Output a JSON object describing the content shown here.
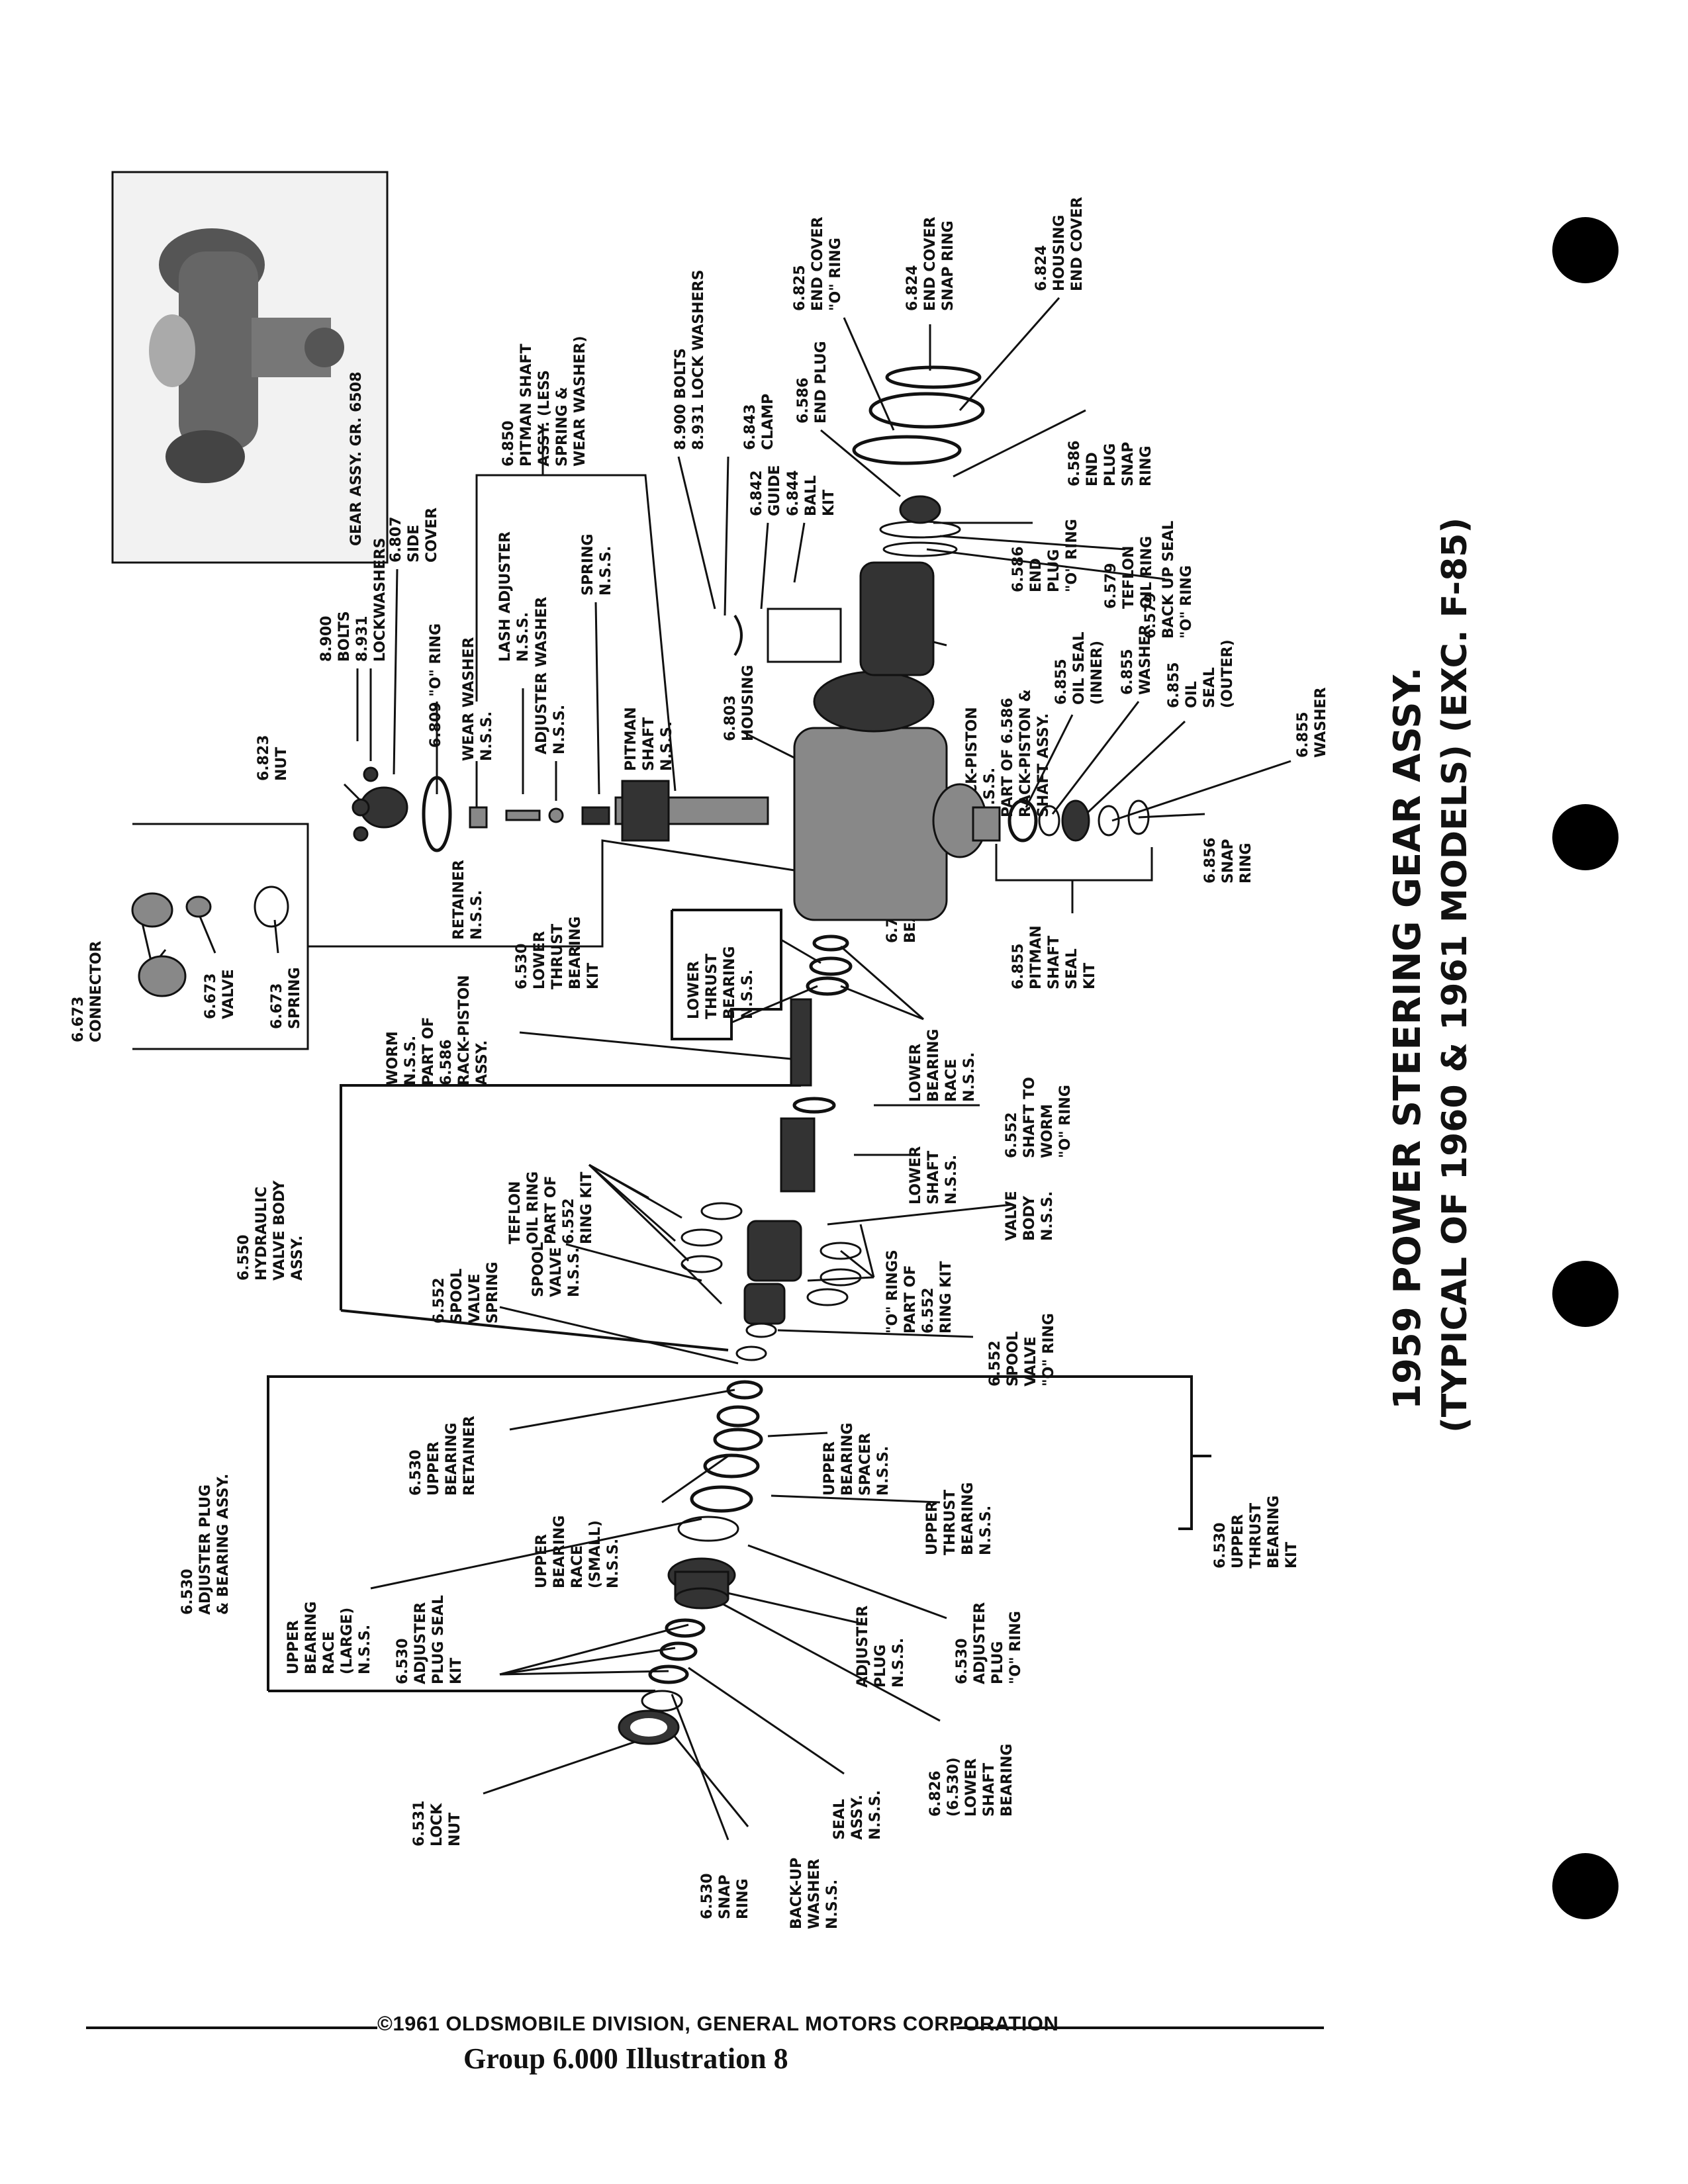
{
  "title": {
    "line1": "1959 POWER STEERING GEAR ASSY.",
    "line2": "(TYPICAL OF 1960 & 1961 MODELS) (EXC. F-85)"
  },
  "footer": {
    "copyright": "©1961 OLDSMOBILE DIVISION, GENERAL MOTORS CORPORATION",
    "group_line": "Group   6.000   Illustration   8"
  },
  "labels": {
    "gear_assy": [
      "GEAR ASSY. GR. 6508"
    ],
    "side_cover": [
      "6.807",
      "SIDE",
      "COVER"
    ],
    "bolts_lockwashers": [
      "8.900",
      "BOLTS",
      "8.931",
      "LOCKWASHERS"
    ],
    "side_cover_o_ring": [
      "6.809 \"O\" RING"
    ],
    "nut": [
      "6.823",
      "NUT"
    ],
    "wear_washer": [
      "WEAR WASHER",
      "N.S.S."
    ],
    "lash_adjuster": [
      "LASH ADJUSTER",
      "N.S.S."
    ],
    "adjuster_washer": [
      "ADJUSTER WASHER",
      "N.S.S."
    ],
    "spring": [
      "SPRING",
      "N.S.S."
    ],
    "pitman_shaft_assy": [
      "6.850",
      "PITMAN SHAFT",
      "ASSY. (LESS",
      "SPRING &",
      "WEAR WASHER)"
    ],
    "pitman_shaft": [
      "PITMAN",
      "SHAFT",
      "N.S.S."
    ],
    "retainer": [
      "RETAINER",
      "N.S.S."
    ],
    "bolts_lock_washers_clamp": [
      "8.900 BOLTS",
      "8.931 LOCK WASHERS"
    ],
    "clamp": [
      "6.843",
      "CLAMP"
    ],
    "guide": [
      "6.842",
      "GUIDE"
    ],
    "ball_kit": [
      "6.844",
      "BALL",
      "KIT"
    ],
    "end_plug": [
      "6.586",
      "END PLUG"
    ],
    "end_cover_o_ring": [
      "6.825",
      "END COVER",
      "\"O\" RING"
    ],
    "end_cover_snap_ring": [
      "6.824",
      "END COVER",
      "SNAP RING"
    ],
    "housing_end_cover": [
      "6.824",
      "HOUSING",
      "END COVER"
    ],
    "end_plug_snap_ring": [
      "6.586",
      "END",
      "PLUG",
      "SNAP",
      "RING"
    ],
    "end_plug_o_ring": [
      "6.586",
      "END",
      "PLUG",
      "\"O\" RING"
    ],
    "teflon_oil_ring": [
      "6.579",
      "TEFLON",
      "OIL RING"
    ],
    "back_up_seal": [
      "6.579",
      "BACK UP SEAL",
      "\"O\" RING"
    ],
    "housing": [
      "6.803",
      "HOUSING"
    ],
    "rack_piston": [
      "RACK-PISTON",
      "N.S.S.",
      "PART OF 6.586",
      "RACK-PISTON &",
      "SHAFT ASSY."
    ],
    "oil_seal_inner": [
      "6.855",
      "OIL SEAL",
      "(INNER)"
    ],
    "washer_855": [
      "6.855",
      "WASHER"
    ],
    "oil_seal_outer": [
      "6.855",
      "OIL",
      "SEAL",
      "(OUTER)"
    ],
    "washer_855b": [
      "6.855",
      "WASHER"
    ],
    "snap_ring_856": [
      "6.856",
      "SNAP",
      "RING"
    ],
    "bearing_786": [
      "6.786",
      "BEARING"
    ],
    "pitman_shaft_seal_kit": [
      "6.855",
      "PITMAN",
      "SHAFT",
      "SEAL",
      "KIT"
    ],
    "connector": [
      "6.673",
      "CONNECTOR"
    ],
    "valve_673": [
      "6.673",
      "VALVE"
    ],
    "spring_673": [
      "6.673",
      "SPRING"
    ],
    "lower_thrust_kit": [
      "6.530",
      "LOWER",
      "THRUST",
      "BEARING",
      "KIT"
    ],
    "lower_thrust_bearing": [
      "LOWER",
      "THRUST",
      "BEARING",
      "N.S.S."
    ],
    "lower_bearing_race": [
      "LOWER",
      "BEARING",
      "RACE",
      "N.S.S."
    ],
    "worm": [
      "WORM",
      "N.S.S.",
      "PART OF",
      "6.586",
      "RACK-PISTON",
      "ASSY."
    ],
    "shaft_to_worm_o_ring": [
      "6.552",
      "SHAFT TO",
      "WORM",
      "\"O\" RING"
    ],
    "hydraulic_valve_body": [
      "6.550",
      "HYDRAULIC",
      "VALVE BODY",
      "ASSY."
    ],
    "teflon_ring_kit": [
      "TEFLON",
      "OIL RING",
      "PART OF",
      "6.552",
      "RING KIT"
    ],
    "lower_shaft": [
      "LOWER",
      "SHAFT",
      "N.S.S."
    ],
    "valve_body": [
      "VALVE",
      "BODY",
      "N.S.S."
    ],
    "spool_valve": [
      "SPOOL",
      "VALVE",
      "N.S.S."
    ],
    "o_rings_kit": [
      "\"O\" RINGS",
      "PART OF",
      "6.552",
      "RING KIT"
    ],
    "spool_valve_spring": [
      "6.552",
      "SPOOL",
      "VALVE",
      "SPRING"
    ],
    "spool_valve_o_ring": [
      "6.552",
      "SPOOL",
      "VALVE",
      "\"O\" RING"
    ],
    "upper_bearing_retainer": [
      "6.530",
      "UPPER",
      "BEARING",
      "RETAINER"
    ],
    "upper_bearing_spacer": [
      "UPPER",
      "BEARING",
      "SPACER",
      "N.S.S."
    ],
    "upper_bearing_race_small": [
      "UPPER",
      "BEARING",
      "RACE",
      "(SMALL)",
      "N.S.S."
    ],
    "upper_thrust_bearing": [
      "UPPER",
      "THRUST",
      "BEARING",
      "N.S.S."
    ],
    "upper_thrust_kit": [
      "6.530",
      "UPPER",
      "THRUST",
      "BEARING",
      "KIT"
    ],
    "adjuster_plug_assy": [
      "6.530",
      "ADJUSTER PLUG",
      "& BEARING ASSY."
    ],
    "upper_bearing_race_large": [
      "UPPER",
      "BEARING",
      "RACE",
      "(LARGE)",
      "N.S.S."
    ],
    "adjuster_plug_o_ring": [
      "6.530",
      "ADJUSTER",
      "PLUG",
      "\"O\" RING"
    ],
    "adjuster_plug_seal_kit": [
      "6.530",
      "ADJUSTER",
      "PLUG SEAL",
      "KIT"
    ],
    "adjuster_plug": [
      "ADJUSTER",
      "PLUG",
      "N.S.S."
    ],
    "lower_shaft_bearing": [
      "6.826",
      "(6.530)",
      "LOWER",
      "SHAFT",
      "BEARING"
    ],
    "lock_nut": [
      "6.531",
      "LOCK",
      "NUT"
    ],
    "seal_assy": [
      "SEAL",
      "ASSY.",
      "N.S.S."
    ],
    "snap_ring_530": [
      "6.530",
      "SNAP",
      "RING"
    ],
    "back_up_washer": [
      "BACK-UP",
      "WASHER",
      "N.S.S."
    ]
  }
}
